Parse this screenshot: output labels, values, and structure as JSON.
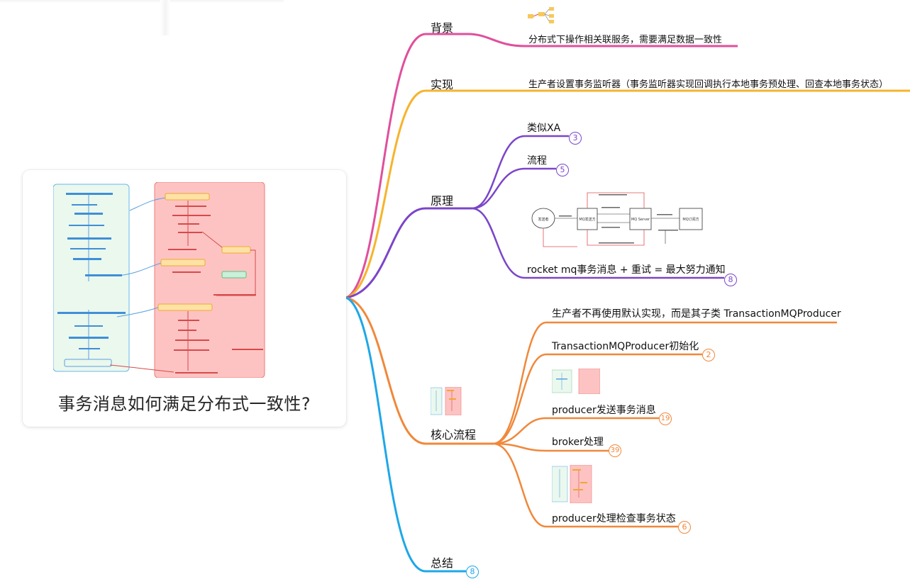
{
  "root": {
    "title": "事务消息如何满足分布式一致性?"
  },
  "colors": {
    "bg_branch": "#e04f9c",
    "impl_branch": "#f6b42c",
    "principle_branch": "#7b45c9",
    "core_branch": "#f0883a",
    "summary_branch": "#1ea7e8"
  },
  "branches": {
    "background": {
      "label": "背景",
      "leaf": "分布式下操作相关联服务，需要满足数据一致性"
    },
    "implementation": {
      "label": "实现",
      "leaf": "生产者设置事务监听器（事务监听器实现回调执行本地事务预处理、回查本地事务状态）"
    },
    "principle": {
      "label": "原理",
      "children": [
        {
          "label": "类似XA",
          "count": "3"
        },
        {
          "label": "流程",
          "count": "5"
        },
        {
          "label": "rocket mq事务消息 + 重试 = 最大努力通知",
          "count": "8"
        }
      ],
      "diagram_labels": [
        "发送者",
        "MQ发送方",
        "MQ Server",
        "MQ订阅方"
      ]
    },
    "core": {
      "label": "核心流程",
      "children": [
        {
          "label": "生产者不再使用默认实现，而是其子类 TransactionMQProducer",
          "count": ""
        },
        {
          "label": "TransactionMQProducer初始化",
          "count": "2"
        },
        {
          "label": "producer发送事务消息",
          "count": "19"
        },
        {
          "label": "broker处理",
          "count": "39"
        },
        {
          "label": "producer处理检查事务状态",
          "count": "6"
        }
      ]
    },
    "summary": {
      "label": "总结",
      "count": "8"
    }
  }
}
